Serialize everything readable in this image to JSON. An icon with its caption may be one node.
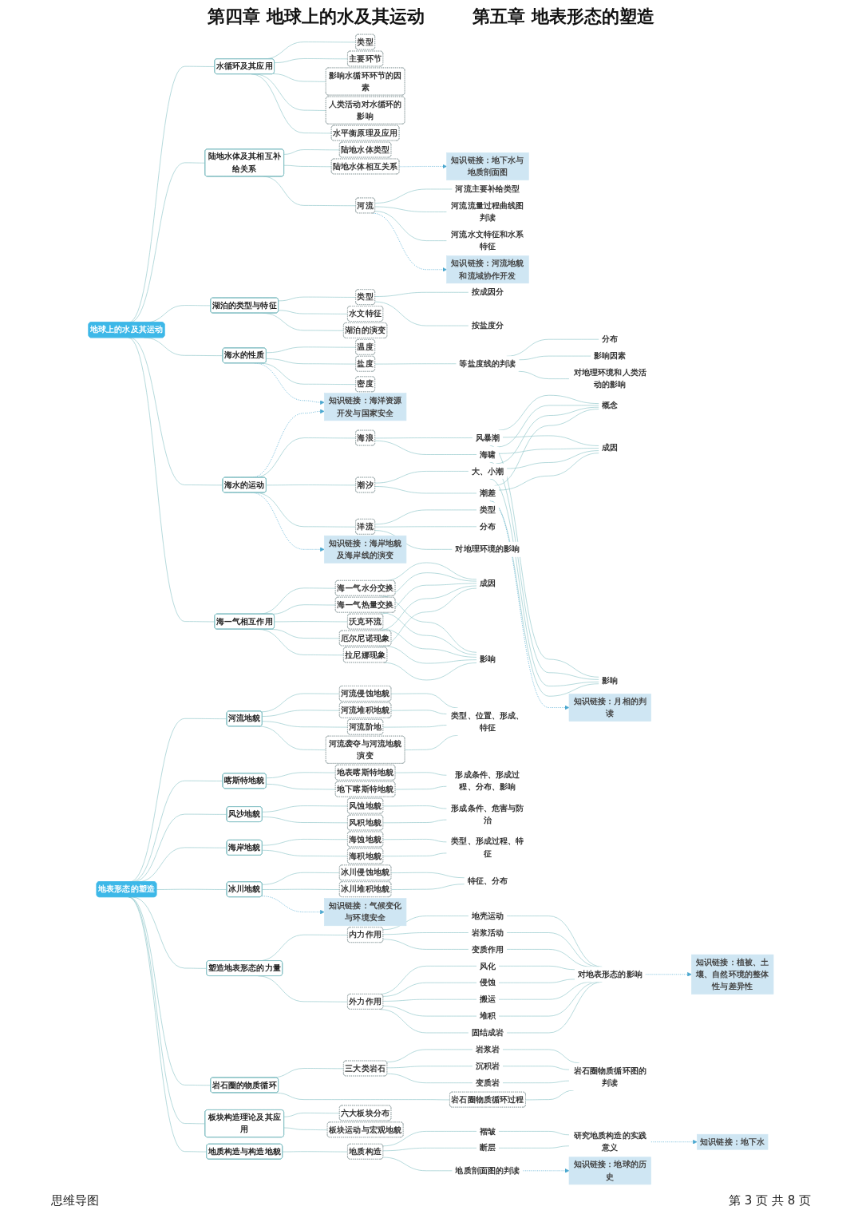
{
  "diagram": {
    "title": "第四章 地球上的水及其运动",
    "nodes": [
      {
        "text": [
          "地球上的水及其运动"
        ]
      },
      {
        "text": [
          "水循环及其应用"
        ]
      },
      {
        "text": [
          "类型"
        ]
      },
      {
        "text": [
          "主要环节"
        ]
      },
      {
        "text": [
          "影响水循环环节的因素"
        ]
      },
      {
        "text": [
          "人类活动对水循环的影响"
        ]
      },
      {
        "text": [
          "水平衡原理及应用"
        ]
      },
      {
        "text": [
          "陆地水体及其相互补给关系"
        ]
      },
      {
        "text": [
          "陆地水体类型"
        ]
      },
      {
        "text": [
          "陆地水体相互关系"
        ]
      },
      {
        "text": [
          "知识链接：地下水与地质剖面图"
        ]
      },
      {
        "text": [
          "河流"
        ]
      },
      {
        "text": [
          "河流主要补给类型"
        ]
      },
      {
        "text": [
          "河流流量过程曲线图判读"
        ]
      },
      {
        "text": [
          "河流水文特征和水系特征"
        ]
      },
      {
        "text": [
          "知识链接：河流地貌和流域协作开发"
        ]
      },
      {
        "text": [
          "湖泊的类型与特征"
        ]
      },
      {
        "text": [
          "类型"
        ]
      },
      {
        "text": [
          "按成因分"
        ]
      },
      {
        "text": [
          "按盐度分"
        ]
      },
      {
        "text": [
          "水文特征"
        ]
      },
      {
        "text": [
          "湖泊的演变"
        ]
      },
      {
        "text": [
          "海水的性质"
        ]
      },
      {
        "text": [
          "温度"
        ]
      },
      {
        "text": [
          "盐度"
        ]
      },
      {
        "text": [
          "密度"
        ]
      },
      {
        "text": [
          "等盐度线的判读"
        ]
      },
      {
        "text": [
          "分布"
        ]
      },
      {
        "text": [
          "影响因素"
        ]
      },
      {
        "text": [
          "对地理环境和人类活动的影响"
        ]
      },
      {
        "text": [
          "知识链接：海洋资源开发与国家安全"
        ]
      },
      {
        "text": [
          "海水的运动"
        ]
      },
      {
        "text": [
          "海浪"
        ]
      },
      {
        "text": [
          "风暴潮"
        ]
      },
      {
        "text": [
          "海啸"
        ]
      },
      {
        "text": [
          "潮汐"
        ]
      },
      {
        "text": [
          "大、小潮"
        ]
      },
      {
        "text": [
          "潮差"
        ]
      },
      {
        "text": [
          "概念"
        ]
      },
      {
        "text": [
          "成因"
        ]
      },
      {
        "text": [
          "影响"
        ]
      },
      {
        "text": [
          "知识链接：月相的判读"
        ]
      },
      {
        "text": [
          "洋流"
        ]
      },
      {
        "text": [
          "类型"
        ]
      },
      {
        "text": [
          "分布"
        ]
      },
      {
        "text": [
          "对地理环境的影响"
        ]
      },
      {
        "text": [
          "知识链接：海岸地貌及海岸线的演变"
        ]
      },
      {
        "text": [
          "海—气相互作用"
        ]
      },
      {
        "text": [
          "海—气水分交换"
        ]
      },
      {
        "text": [
          "海—气热量交换"
        ]
      },
      {
        "text": [
          "沃克环流"
        ]
      },
      {
        "text": [
          "厄尔尼诺现象"
        ]
      },
      {
        "text": [
          "拉尼娜现象"
        ]
      },
      {
        "text": [
          "成因"
        ]
      },
      {
        "text": [
          "影响"
        ]
      },
      {
        "text": [
          "地表形态的塑造"
        ]
      },
      {
        "text": [
          "河流地貌"
        ]
      },
      {
        "text": [
          "河流侵蚀地貌"
        ]
      },
      {
        "text": [
          "河流堆积地貌"
        ]
      },
      {
        "text": [
          "河流阶地"
        ]
      },
      {
        "text": [
          "河流袭夺与河流地貌演变"
        ]
      },
      {
        "text": [
          "类型、位置、形成、特征"
        ]
      },
      {
        "text": [
          "喀斯特地貌"
        ]
      },
      {
        "text": [
          "地表喀斯特地貌"
        ]
      },
      {
        "text": [
          "地下喀斯特地貌"
        ]
      },
      {
        "text": [
          "形成条件、形成过程、分布、影响"
        ]
      },
      {
        "text": [
          "风沙地貌"
        ]
      },
      {
        "text": [
          "风蚀地貌"
        ]
      },
      {
        "text": [
          "风积地貌"
        ]
      },
      {
        "text": [
          "形成条件、危害与防治"
        ]
      },
      {
        "text": [
          "海岸地貌"
        ]
      },
      {
        "text": [
          "海蚀地貌"
        ]
      },
      {
        "text": [
          "海积地貌"
        ]
      },
      {
        "text": [
          "类型、形成过程、特征"
        ]
      },
      {
        "text": [
          "冰川地貌"
        ]
      },
      {
        "text": [
          "冰川侵蚀地貌"
        ]
      },
      {
        "text": [
          "冰川堆积地貌"
        ]
      },
      {
        "text": [
          "特征、分布"
        ]
      },
      {
        "text": [
          "知识链接：气候变化与环境安全"
        ]
      },
      {
        "text": [
          "塑造地表形态的力量"
        ]
      },
      {
        "text": [
          "内力作用"
        ]
      },
      {
        "text": [
          "地壳运动"
        ]
      },
      {
        "text": [
          "岩浆活动"
        ]
      },
      {
        "text": [
          "变质作用"
        ]
      },
      {
        "text": [
          "外力作用"
        ]
      },
      {
        "text": [
          "风化"
        ]
      },
      {
        "text": [
          "侵蚀"
        ]
      },
      {
        "text": [
          "搬运"
        ]
      },
      {
        "text": [
          "堆积"
        ]
      },
      {
        "text": [
          "固结成岩"
        ]
      },
      {
        "text": [
          "对地表形态的影响"
        ]
      },
      {
        "text": [
          "知识链接：植被、土壤、自然环境的整体性与差异性"
        ]
      },
      {
        "text": [
          "岩石圈的物质循环"
        ]
      },
      {
        "text": [
          "三大类岩石"
        ]
      },
      {
        "text": [
          "岩浆岩"
        ]
      },
      {
        "text": [
          "沉积岩"
        ]
      },
      {
        "text": [
          "变质岩"
        ]
      },
      {
        "text": [
          "岩石圈物质循环过程"
        ]
      },
      {
        "text": [
          "岩石圈物质循环图的判读"
        ]
      },
      {
        "text": [
          "地质构造与构造地貌"
        ]
      },
      {
        "text": [
          "地质构造"
        ]
      },
      {
        "text": [
          "褶皱"
        ]
      },
      {
        "text": [
          "断层"
        ]
      },
      {
        "text": [
          "地质剖面图的判读"
        ]
      },
      {
        "text": [
          "研究地质构造的实践意义"
        ]
      },
      {
        "text": [
          "知识链接：地下水"
        ]
      },
      {
        "text": [
          "知识链接：地球的历史"
        ]
      },
      {
        "text": [
          "板块构造理论及其应用"
        ]
      },
      {
        "text": [
          "六大板块分布"
        ]
      },
      {
        "text": [
          "板块运动与宏观地貌"
        ]
      }
    ],
    "edges": [
      {
        "from": 0,
        "to": 1,
        "arrow": "none"
      },
      {
        "from": 1,
        "to": 2,
        "arrow": "none"
      },
      {
        "from": 1,
        "to": 3,
        "arrow": "none"
      },
      {
        "from": 1,
        "to": 4,
        "arrow": "none"
      },
      {
        "from": 1,
        "to": 5,
        "arrow": "none"
      },
      {
        "from": 1,
        "to": 6,
        "arrow": "none"
      },
      {
        "from": 0,
        "to": 7,
        "arrow": "none"
      },
      {
        "from": 7,
        "to": 8,
        "arrow": "none"
      },
      {
        "from": 7,
        "to": 9,
        "arrow": "none"
      },
      {
        "from": 9,
        "to": 10,
        "arrow": "to",
        "style": "dashed",
        "color": "#4aa8d0"
      },
      {
        "from": 7,
        "to": 11,
        "arrow": "none"
      },
      {
        "from": 11,
        "to": 12,
        "arrow": "none"
      },
      {
        "from": 11,
        "to": 13,
        "arrow": "none"
      },
      {
        "from": 11,
        "to": 14,
        "arrow": "none"
      },
      {
        "from": 11,
        "to": 15,
        "arrow": "to",
        "style": "dashed",
        "color": "#4aa8d0"
      },
      {
        "from": 0,
        "to": 16,
        "arrow": "none"
      },
      {
        "from": 16,
        "to": 17,
        "arrow": "none"
      },
      {
        "from": 17,
        "to": 18,
        "arrow": "none"
      },
      {
        "from": 17,
        "to": 19,
        "arrow": "none"
      },
      {
        "from": 16,
        "to": 20,
        "arrow": "none"
      },
      {
        "from": 16,
        "to": 21,
        "arrow": "none"
      },
      {
        "from": 0,
        "to": 22,
        "arrow": "none"
      },
      {
        "from": 22,
        "to": 23,
        "arrow": "none"
      },
      {
        "from": 22,
        "to": 24,
        "arrow": "none"
      },
      {
        "from": 22,
        "to": 25,
        "arrow": "none"
      },
      {
        "from": 24,
        "to": 26,
        "arrow": "none"
      },
      {
        "from": 26,
        "to": 27,
        "arrow": "none"
      },
      {
        "from": 26,
        "to": 28,
        "arrow": "none"
      },
      {
        "from": 26,
        "to": 29,
        "arrow": "none"
      },
      {
        "from": 22,
        "to": 30,
        "arrow": "to",
        "style": "dashed",
        "color": "#4aa8d0"
      },
      {
        "from": 0,
        "to": 31,
        "arrow": "none"
      },
      {
        "from": 31,
        "to": 30,
        "arrow": "to",
        "style": "dashed",
        "color": "#4aa8d0"
      },
      {
        "from": 31,
        "to": 32,
        "arrow": "none"
      },
      {
        "from": 32,
        "to": 33,
        "arrow": "none"
      },
      {
        "from": 32,
        "to": 34,
        "arrow": "none"
      },
      {
        "from": 31,
        "to": 35,
        "arrow": "none"
      },
      {
        "from": 35,
        "to": 36,
        "arrow": "none"
      },
      {
        "from": 35,
        "to": 37,
        "arrow": "none"
      },
      {
        "from": 33,
        "to": 38,
        "arrow": "none"
      },
      {
        "from": 34,
        "to": 38,
        "arrow": "none"
      },
      {
        "from": 36,
        "to": 38,
        "arrow": "none"
      },
      {
        "from": 37,
        "to": 38,
        "arrow": "none"
      },
      {
        "from": 33,
        "to": 39,
        "arrow": "none"
      },
      {
        "from": 34,
        "to": 39,
        "arrow": "none"
      },
      {
        "from": 36,
        "to": 39,
        "arrow": "none"
      },
      {
        "from": 37,
        "to": 39,
        "arrow": "none"
      },
      {
        "from": 33,
        "to": 40,
        "arrow": "none"
      },
      {
        "from": 34,
        "to": 40,
        "arrow": "none"
      },
      {
        "from": 36,
        "to": 40,
        "arrow": "none"
      },
      {
        "from": 37,
        "to": 40,
        "arrow": "none"
      },
      {
        "from": 37,
        "to": 41,
        "arrow": "to",
        "style": "dashed",
        "color": "#4aa8d0"
      },
      {
        "from": 31,
        "to": 42,
        "arrow": "none"
      },
      {
        "from": 42,
        "to": 43,
        "arrow": "none"
      },
      {
        "from": 42,
        "to": 44,
        "arrow": "none"
      },
      {
        "from": 42,
        "to": 45,
        "arrow": "none"
      },
      {
        "from": 31,
        "to": 46,
        "arrow": "to",
        "style": "dashed",
        "color": "#4aa8d0"
      },
      {
        "from": 0,
        "to": 47,
        "arrow": "none"
      },
      {
        "from": 47,
        "to": 48,
        "arrow": "none"
      },
      {
        "from": 47,
        "to": 49,
        "arrow": "none"
      },
      {
        "from": 47,
        "to": 50,
        "arrow": "none"
      },
      {
        "from": 47,
        "to": 51,
        "arrow": "none"
      },
      {
        "from": 47,
        "to": 52,
        "arrow": "none"
      },
      {
        "from": 48,
        "to": 53,
        "arrow": "none"
      },
      {
        "from": 48,
        "to": 54,
        "arrow": "none"
      },
      {
        "from": 49,
        "to": 53,
        "arrow": "none"
      },
      {
        "from": 49,
        "to": 54,
        "arrow": "none"
      },
      {
        "from": 50,
        "to": 53,
        "arrow": "none"
      },
      {
        "from": 50,
        "to": 54,
        "arrow": "none"
      },
      {
        "from": 51,
        "to": 53,
        "arrow": "none"
      },
      {
        "from": 51,
        "to": 54,
        "arrow": "none"
      },
      {
        "from": 52,
        "to": 53,
        "arrow": "none"
      },
      {
        "from": 52,
        "to": 54,
        "arrow": "none"
      },
      {
        "from": 55,
        "to": 56,
        "arrow": "none"
      },
      {
        "from": 56,
        "to": 57,
        "arrow": "none"
      },
      {
        "from": 56,
        "to": 58,
        "arrow": "none"
      },
      {
        "from": 56,
        "to": 59,
        "arrow": "none"
      },
      {
        "from": 56,
        "to": 60,
        "arrow": "none"
      },
      {
        "from": 57,
        "to": 61,
        "arrow": "none"
      },
      {
        "from": 58,
        "to": 61,
        "arrow": "none"
      },
      {
        "from": 59,
        "to": 61,
        "arrow": "none"
      },
      {
        "from": 60,
        "to": 61,
        "arrow": "none"
      },
      {
        "from": 55,
        "to": 62,
        "arrow": "none"
      },
      {
        "from": 62,
        "to": 63,
        "arrow": "none"
      },
      {
        "from": 62,
        "to": 64,
        "arrow": "none"
      },
      {
        "from": 63,
        "to": 65,
        "arrow": "none"
      },
      {
        "from": 64,
        "to": 65,
        "arrow": "none"
      },
      {
        "from": 55,
        "to": 66,
        "arrow": "none"
      },
      {
        "from": 66,
        "to": 67,
        "arrow": "none"
      },
      {
        "from": 66,
        "to": 68,
        "arrow": "none"
      },
      {
        "from": 67,
        "to": 69,
        "arrow": "none"
      },
      {
        "from": 68,
        "to": 69,
        "arrow": "none"
      },
      {
        "from": 55,
        "to": 70,
        "arrow": "none"
      },
      {
        "from": 70,
        "to": 71,
        "arrow": "none"
      },
      {
        "from": 70,
        "to": 72,
        "arrow": "none"
      },
      {
        "from": 71,
        "to": 73,
        "arrow": "none"
      },
      {
        "from": 72,
        "to": 73,
        "arrow": "none"
      },
      {
        "from": 55,
        "to": 74,
        "arrow": "none"
      },
      {
        "from": 74,
        "to": 75,
        "arrow": "none"
      },
      {
        "from": 74,
        "to": 76,
        "arrow": "none"
      },
      {
        "from": 75,
        "to": 77,
        "arrow": "none"
      },
      {
        "from": 76,
        "to": 77,
        "arrow": "none"
      },
      {
        "from": 74,
        "to": 78,
        "arrow": "to",
        "style": "dashed",
        "color": "#4aa8d0"
      },
      {
        "from": 55,
        "to": 79,
        "arrow": "none"
      },
      {
        "from": 79,
        "to": 80,
        "arrow": "none"
      },
      {
        "from": 80,
        "to": 81,
        "arrow": "none"
      },
      {
        "from": 80,
        "to": 82,
        "arrow": "none"
      },
      {
        "from": 80,
        "to": 83,
        "arrow": "none"
      },
      {
        "from": 79,
        "to": 84,
        "arrow": "none"
      },
      {
        "from": 84,
        "to": 85,
        "arrow": "none"
      },
      {
        "from": 84,
        "to": 86,
        "arrow": "none"
      },
      {
        "from": 84,
        "to": 87,
        "arrow": "none"
      },
      {
        "from": 84,
        "to": 88,
        "arrow": "none"
      },
      {
        "from": 84,
        "to": 89,
        "arrow": "none"
      },
      {
        "from": 81,
        "to": 90,
        "arrow": "none"
      },
      {
        "from": 82,
        "to": 90,
        "arrow": "none"
      },
      {
        "from": 83,
        "to": 90,
        "arrow": "none"
      },
      {
        "from": 85,
        "to": 90,
        "arrow": "none"
      },
      {
        "from": 86,
        "to": 90,
        "arrow": "none"
      },
      {
        "from": 87,
        "to": 90,
        "arrow": "none"
      },
      {
        "from": 88,
        "to": 90,
        "arrow": "none"
      },
      {
        "from": 89,
        "to": 90,
        "arrow": "none"
      },
      {
        "from": 90,
        "to": 91,
        "arrow": "to",
        "style": "dashed",
        "color": "#4aa8d0"
      },
      {
        "from": 55,
        "to": 92,
        "arrow": "none"
      },
      {
        "from": 92,
        "to": 93,
        "arrow": "none"
      },
      {
        "from": 93,
        "to": 94,
        "arrow": "none"
      },
      {
        "from": 93,
        "to": 95,
        "arrow": "none"
      },
      {
        "from": 93,
        "to": 96,
        "arrow": "none"
      },
      {
        "from": 92,
        "to": 97,
        "arrow": "none"
      },
      {
        "from": 94,
        "to": 98,
        "arrow": "none"
      },
      {
        "from": 95,
        "to": 98,
        "arrow": "none"
      },
      {
        "from": 96,
        "to": 98,
        "arrow": "none"
      },
      {
        "from": 97,
        "to": 98,
        "arrow": "none"
      },
      {
        "from": 55,
        "to": 99,
        "arrow": "none"
      },
      {
        "from": 99,
        "to": 100,
        "arrow": "none"
      },
      {
        "from": 100,
        "to": 101,
        "arrow": "none"
      },
      {
        "from": 100,
        "to": 102,
        "arrow": "none"
      },
      {
        "from": 100,
        "to": 103,
        "arrow": "none"
      },
      {
        "from": 101,
        "to": 104,
        "arrow": "none"
      },
      {
        "from": 102,
        "to": 104,
        "arrow": "none"
      },
      {
        "from": 104,
        "to": 105,
        "arrow": "to",
        "style": "dashed",
        "color": "#4aa8d0"
      },
      {
        "from": 103,
        "to": 106,
        "arrow": "to",
        "style": "dashed",
        "color": "#4aa8d0"
      },
      {
        "from": 55,
        "to": 107,
        "arrow": "none"
      },
      {
        "from": 107,
        "to": 108,
        "arrow": "none"
      },
      {
        "from": 107,
        "to": 109,
        "arrow": "none"
      }
    ],
    "labels": [
      "第五章 地表形态的塑造",
      "思维导图",
      "第 3 页 共 8 页"
    ]
  }
}
